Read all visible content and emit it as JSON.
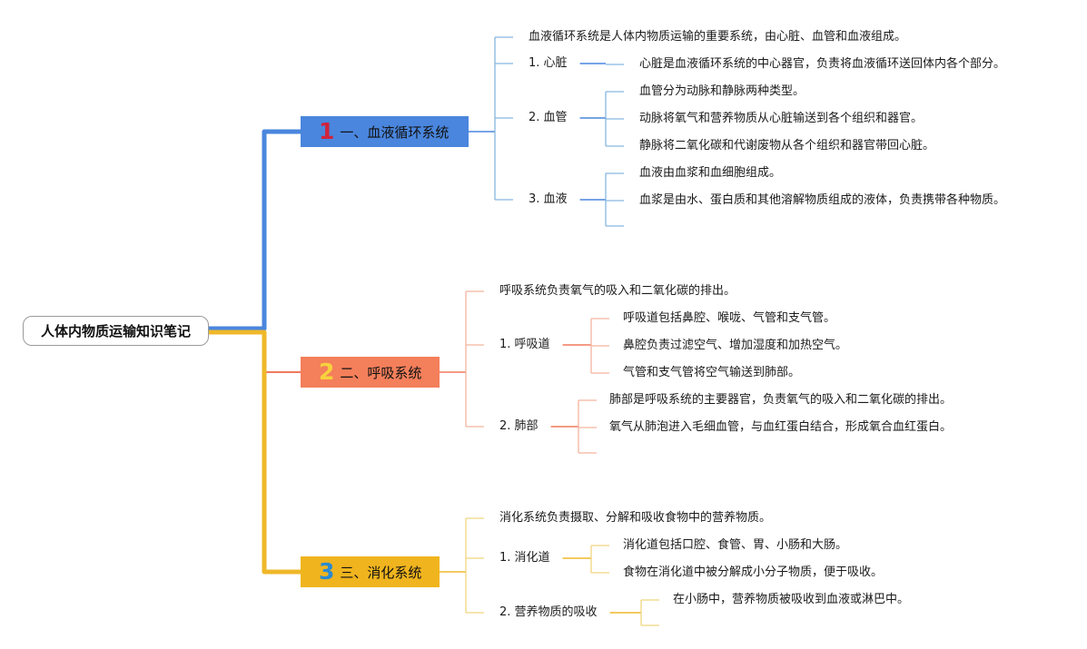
{
  "root": {
    "label": "人体内物质运输知识笔记"
  },
  "branches": [
    {
      "number": "1",
      "label": "一、血液循环系统",
      "fill": "#4a86de",
      "number_color": "#d0233c",
      "line": "#4a86de",
      "sub_line": "#86b6e0",
      "intro": "血液循环系统是人体内物质运输的重要系统，由心脏、血管和血液组成。",
      "sections": [
        {
          "label": "1. 心脏",
          "details": [
            "心脏是血液循环系统的中心器官，负责将血液循环送回体内各个部分。"
          ]
        },
        {
          "label": "2. 血管",
          "details": [
            "血管分为动脉和静脉两种类型。",
            "动脉将氧气和营养物质从心脏输送到各个组织和器官。",
            "静脉将二氧化碳和代谢废物从各个组织和器官带回心脏。"
          ]
        },
        {
          "label": "3. 血液",
          "details": [
            "血液由血浆和血细胞组成。",
            "血浆是由水、蛋白质和其他溶解物质组成的液体，负责携带各种物质。",
            ""
          ]
        }
      ]
    },
    {
      "number": "2",
      "label": "二、呼吸系统",
      "fill": "#f47f5b",
      "number_color": "#f6d23d",
      "line": "#f07a5c",
      "sub_line": "#f4b49e",
      "intro": "呼吸系统负责氧气的吸入和二氧化碳的排出。",
      "sections": [
        {
          "label": "1. 呼吸道",
          "details": [
            "呼吸道包括鼻腔、喉咙、气管和支气管。",
            "鼻腔负责过滤空气、增加湿度和加热空气。",
            "气管和支气管将空气输送到肺部。"
          ]
        },
        {
          "label": "2. 肺部",
          "details": [
            "肺部是呼吸系统的主要器官，负责氧气的吸入和二氧化碳的排出。",
            "氧气从肺泡进入毛细血管，与血红蛋白结合，形成氧合血红蛋白。",
            ""
          ]
        }
      ]
    },
    {
      "number": "3",
      "label": "三、消化系统",
      "fill": "#f0b41e",
      "number_color": "#2b8ad0",
      "line": "#efb82a",
      "sub_line": "#f1d57e",
      "intro": "消化系统负责摄取、分解和吸收食物中的营养物质。",
      "sections": [
        {
          "label": "1. 消化道",
          "details": [
            "消化道包括口腔、食管、胃、小肠和大肠。",
            "食物在消化道中被分解成小分子物质，便于吸收。"
          ]
        },
        {
          "label": "2. 营养物质的吸收",
          "details": [
            "在小肠中，营养物质被吸收到血液或淋巴中。",
            ""
          ]
        }
      ]
    }
  ]
}
